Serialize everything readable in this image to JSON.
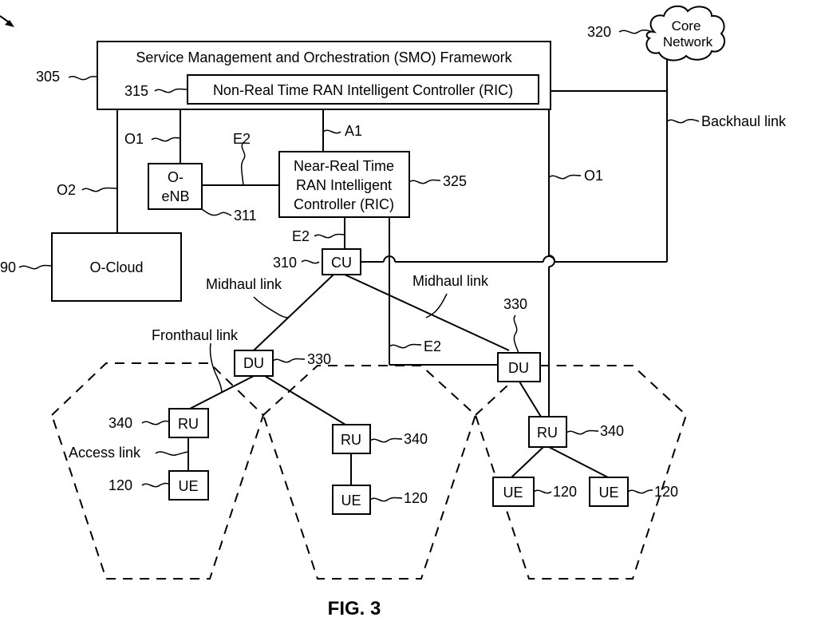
{
  "figure": {
    "caption": "FIG. 3"
  },
  "smo": {
    "title": "Service Management and Orchestration (SMO) Framework",
    "ref": "305"
  },
  "non_rt_ric": {
    "label": "Non-Real Time RAN Intelligent Controller (RIC)",
    "ref": "315"
  },
  "core": {
    "line1": "Core",
    "line2": "Network",
    "ref": "320"
  },
  "near_rt_ric": {
    "line1": "Near-Real Time",
    "line2": "RAN Intelligent",
    "line3": "Controller (RIC)",
    "ref": "325"
  },
  "oenb": {
    "line1": "O-",
    "line2": "eNB",
    "ref": "311"
  },
  "ocloud": {
    "label": "O-Cloud",
    "ref": "90"
  },
  "cu": {
    "label": "CU",
    "ref": "310"
  },
  "du_left": {
    "label": "DU",
    "ref": "330"
  },
  "du_right": {
    "label": "DU",
    "ref": "330"
  },
  "ru_left": {
    "label": "RU",
    "ref": "340"
  },
  "ru_mid": {
    "label": "RU",
    "ref": "340"
  },
  "ru_right": {
    "label": "RU",
    "ref": "340"
  },
  "ue": {
    "left": {
      "label": "UE",
      "ref": "120"
    },
    "mid": {
      "label": "UE",
      "ref": "120"
    },
    "right_a": {
      "label": "UE",
      "ref": "120"
    },
    "right_b": {
      "label": "UE",
      "ref": "120"
    }
  },
  "links": {
    "o1_left": "O1",
    "o1_right": "O1",
    "o2": "O2",
    "a1": "A1",
    "e2_oenb": "E2",
    "e2_cu": "E2",
    "e2_du": "E2",
    "backhaul": "Backhaul link",
    "midhaul_left": "Midhaul link",
    "midhaul_right": "Midhaul link",
    "fronthaul": "Fronthaul link",
    "access": "Access link"
  }
}
